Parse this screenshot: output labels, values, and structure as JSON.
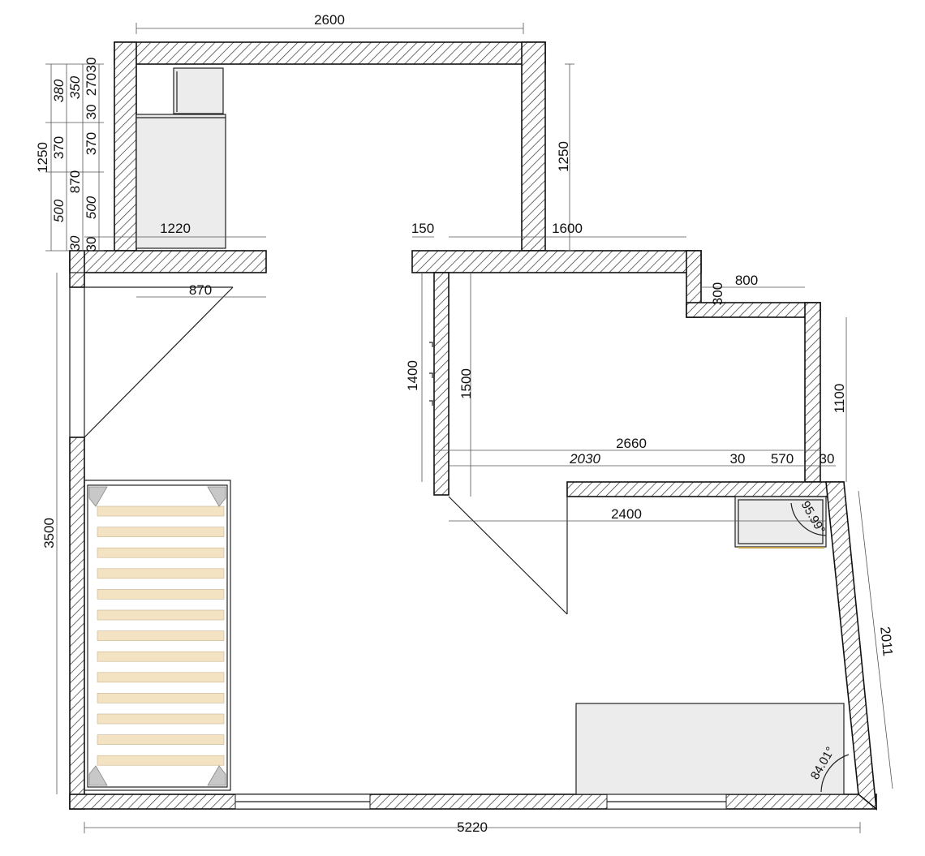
{
  "dimensions": {
    "top_width": "2600",
    "right_wall_upper": "1250",
    "left_total_upper": "1250",
    "left_370_a": "370",
    "left_870": "870",
    "left_500_a": "500",
    "left_30_a": "30",
    "left_380": "380",
    "left_350": "350",
    "left_30_b": "30",
    "left_270": "270",
    "left_30_c": "30",
    "left_370_b": "370",
    "left_500_b": "500",
    "left_30_d": "30",
    "left_30_e": "30",
    "kitchen_1220": "1220",
    "door_150": "150",
    "corridor_1600": "1600",
    "niche_870": "870",
    "step_800": "800",
    "step_300": "300",
    "room_height_1400": "1400",
    "room_height_1500": "1500",
    "room_right_1100": "1100",
    "room_width_2660": "2660",
    "room_width_2030": "2030",
    "gap_30_a": "30",
    "span_570": "570",
    "gap_30_b": "30",
    "partition_2400": "2400",
    "left_total_3500": "3500",
    "right_slant_2011": "2011",
    "bottom_5220": "5220",
    "angle_top": "95.99°",
    "angle_bottom": "84.01°"
  }
}
